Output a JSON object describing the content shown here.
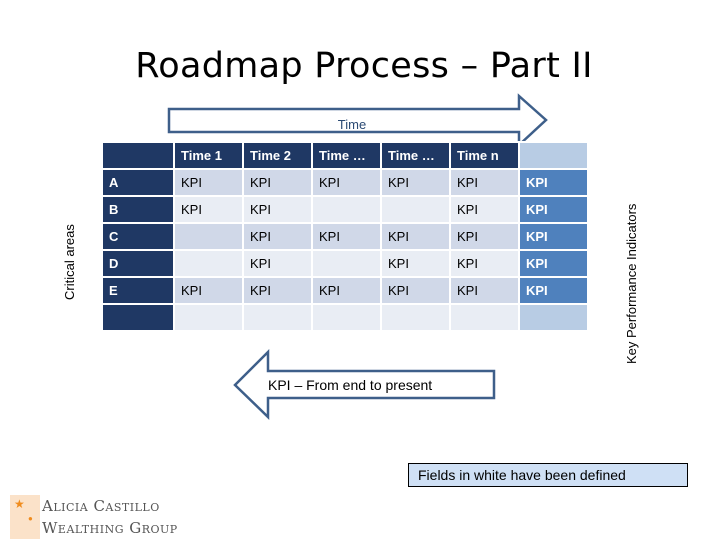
{
  "title": "Roadmap Process – Part II",
  "time_arrow_label": "Time",
  "back_arrow_label": "KPI – From end to present",
  "left_axis_label": "Critical areas",
  "right_axis_label": "Key Performance Indicators",
  "header": [
    "",
    "Time 1",
    "Time 2",
    "Time …",
    "Time …",
    "Time n",
    ""
  ],
  "rows": [
    {
      "label": "A",
      "cells": [
        "KPI",
        "KPI",
        "KPI",
        "KPI",
        "KPI"
      ],
      "kpi": "KPI"
    },
    {
      "label": "B",
      "cells": [
        "KPI",
        "KPI",
        "",
        "",
        "KPI"
      ],
      "kpi": "KPI"
    },
    {
      "label": "C",
      "cells": [
        "",
        "KPI",
        "KPI",
        "KPI",
        "KPI"
      ],
      "kpi": "KPI"
    },
    {
      "label": "D",
      "cells": [
        "",
        "KPI",
        "",
        "KPI",
        "KPI"
      ],
      "kpi": "KPI"
    },
    {
      "label": "E",
      "cells": [
        "KPI",
        "KPI",
        "KPI",
        "KPI",
        "KPI"
      ],
      "kpi": "KPI"
    },
    {
      "label": "",
      "cells": [
        "",
        "",
        "",
        "",
        ""
      ],
      "kpi": ""
    }
  ],
  "note": "Fields in white have been defined",
  "logo": {
    "line1": "Alicia Castillo",
    "line2": "Wealthing Group"
  },
  "colors": {
    "dark_navy": "#1f3864",
    "kpi_blue": "#4f81bd",
    "arrow_outline": "#3e5f8a"
  }
}
